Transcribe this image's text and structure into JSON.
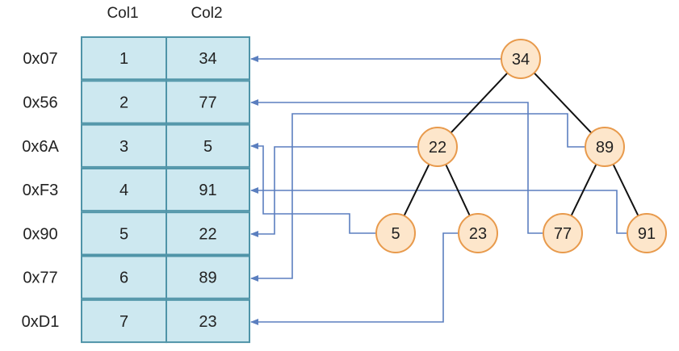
{
  "table": {
    "headers": [
      "Col1",
      "Col2"
    ],
    "rows": [
      {
        "address": "0x07",
        "col1": "1",
        "col2": "34"
      },
      {
        "address": "0x56",
        "col1": "2",
        "col2": "77"
      },
      {
        "address": "0x6A",
        "col1": "3",
        "col2": "5"
      },
      {
        "address": "0xF3",
        "col1": "4",
        "col2": "91"
      },
      {
        "address": "0x90",
        "col1": "5",
        "col2": "22"
      },
      {
        "address": "0x77",
        "col1": "6",
        "col2": "89"
      },
      {
        "address": "0xD1",
        "col1": "7",
        "col2": "23"
      }
    ]
  },
  "tree": {
    "nodes": [
      {
        "id": "n34",
        "label": "34",
        "points_to_row": 0
      },
      {
        "id": "n22",
        "label": "22",
        "points_to_row": 4
      },
      {
        "id": "n89",
        "label": "89",
        "points_to_row": 5
      },
      {
        "id": "n5",
        "label": "5",
        "points_to_row": 2
      },
      {
        "id": "n23",
        "label": "23",
        "points_to_row": 6
      },
      {
        "id": "n77",
        "label": "77",
        "points_to_row": 1
      },
      {
        "id": "n91",
        "label": "91",
        "points_to_row": 3
      }
    ],
    "edges": [
      [
        "n34",
        "n22"
      ],
      [
        "n34",
        "n89"
      ],
      [
        "n22",
        "n5"
      ],
      [
        "n22",
        "n23"
      ],
      [
        "n89",
        "n77"
      ],
      [
        "n89",
        "n91"
      ]
    ]
  },
  "colors": {
    "cell_fill": "#cde8f0",
    "cell_border": "#4f94a8",
    "node_fill": "#fde6cb",
    "node_border": "#e89a4c",
    "pointer_line": "#5b7fbf",
    "tree_edge": "#111111"
  }
}
